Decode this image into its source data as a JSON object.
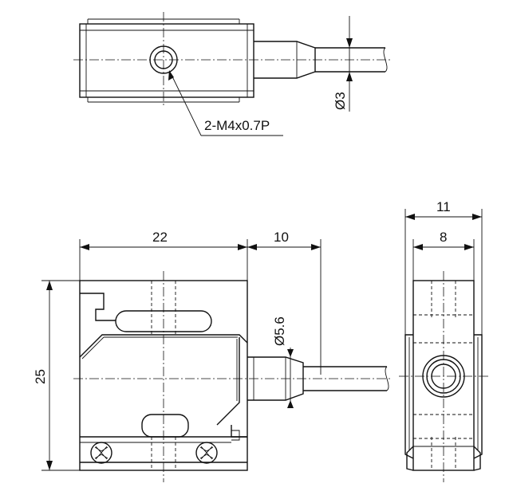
{
  "labels": {
    "thread": "2-M4x0.7P",
    "cable_dia": "Ø3",
    "width_22": "22",
    "length_10": "10",
    "height_25": "25",
    "dia_5_6": "Ø5.6",
    "side_11": "11",
    "side_8": "8"
  }
}
